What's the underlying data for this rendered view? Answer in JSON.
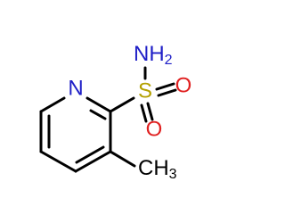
{
  "molecule": {
    "atoms": {
      "nitrogen_ring": {
        "symbol": "N",
        "color": "#1f1fc7"
      },
      "sulfur": {
        "symbol": "S",
        "color": "#b3a000"
      },
      "amine_n": {
        "symbol": "NH",
        "subscript": "2",
        "color": "#1f1fc7"
      },
      "oxygen_right": {
        "symbol": "O",
        "color": "#e02020"
      },
      "oxygen_down": {
        "symbol": "O",
        "color": "#e02020"
      },
      "methyl": {
        "symbol": "CH",
        "subscript": "3",
        "color": "#000000"
      }
    },
    "bond_color": "#000000"
  }
}
